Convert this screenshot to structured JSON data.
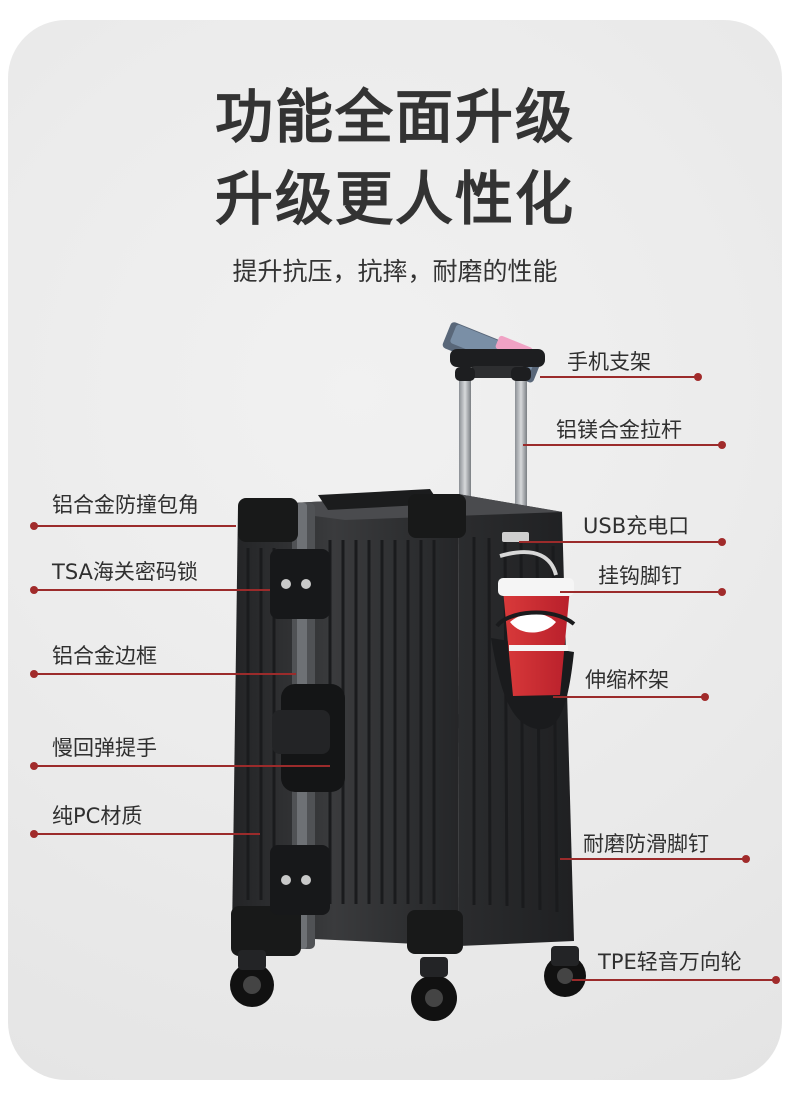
{
  "header": {
    "title_line1": "功能全面升级",
    "title_line2": "升级更人性化",
    "subtitle": "提升抗压，抗摔，耐磨的性能"
  },
  "labels": {
    "left": [
      "铝合金防撞包角",
      "TSA海关密码锁",
      "铝合金边框",
      "慢回弹提手",
      "纯PC材质"
    ],
    "right": [
      "手机支架",
      "铝镁合金拉杆",
      "USB充电口",
      "挂钩脚钉",
      "伸缩杯架",
      "耐磨防滑脚钉",
      "TPE轻音万向轮"
    ]
  },
  "colors": {
    "accent_line": "#9b2b2b",
    "dot": "#a12b2b",
    "text": "#333333",
    "suitcase": "#2e2f31"
  }
}
